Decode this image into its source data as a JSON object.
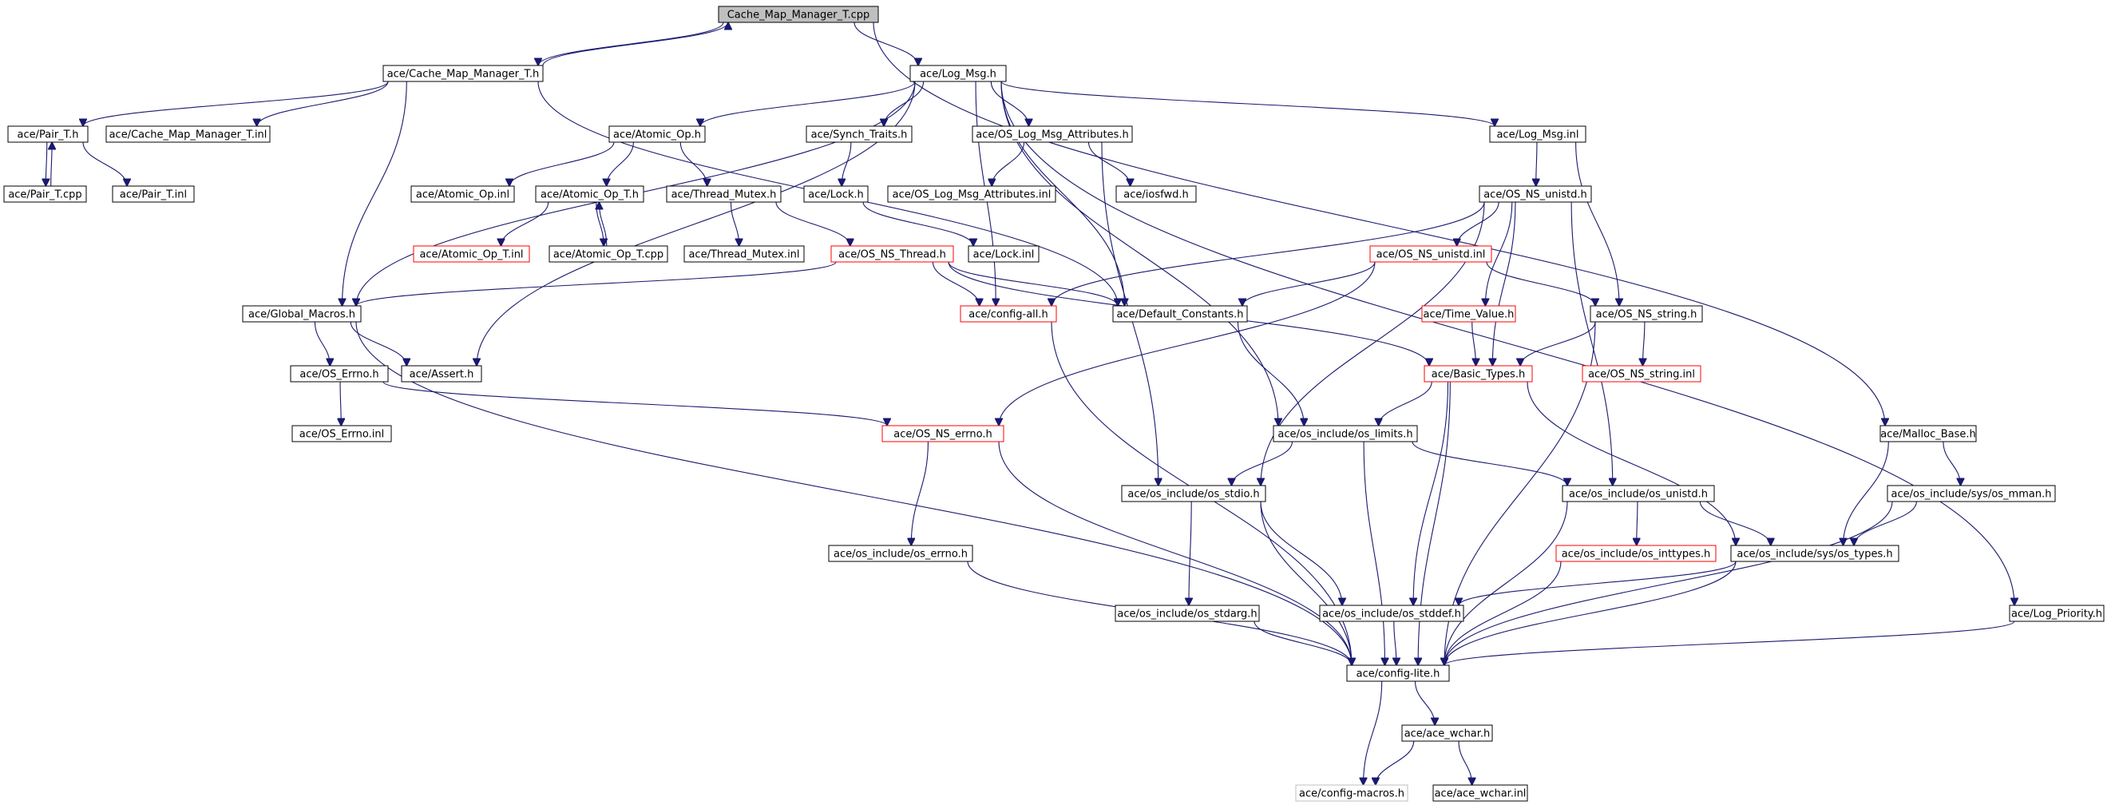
{
  "diagram": {
    "edge_color": "#191970",
    "node_border_normal": "#000000",
    "node_border_truncated": "#ff0000",
    "node_border_external": "#bfbfbf",
    "root_fill": "#bfbfbf",
    "nodes": [
      {
        "id": "root",
        "label": "Cache_Map_Manager_T.cpp",
        "style": "root"
      },
      {
        "id": "cmm_h",
        "label": "ace/Cache_Map_Manager_T.h",
        "style": "normal"
      },
      {
        "id": "logmsg_h",
        "label": "ace/Log_Msg.h",
        "style": "normal"
      },
      {
        "id": "pair_h",
        "label": "ace/Pair_T.h",
        "style": "normal"
      },
      {
        "id": "cmm_inl",
        "label": "ace/Cache_Map_Manager_T.inl",
        "style": "normal"
      },
      {
        "id": "pair_cpp",
        "label": "ace/Pair_T.cpp",
        "style": "normal"
      },
      {
        "id": "pair_inl",
        "label": "ace/Pair_T.inl",
        "style": "normal"
      },
      {
        "id": "atomic_h",
        "label": "ace/Atomic_Op.h",
        "style": "normal"
      },
      {
        "id": "synch_h",
        "label": "ace/Synch_Traits.h",
        "style": "normal"
      },
      {
        "id": "oslogattr_h",
        "label": "ace/OS_Log_Msg_Attributes.h",
        "style": "normal"
      },
      {
        "id": "logmsg_inl",
        "label": "ace/Log_Msg.inl",
        "style": "normal"
      },
      {
        "id": "atomic_inl",
        "label": "ace/Atomic_Op.inl",
        "style": "normal"
      },
      {
        "id": "atomicT_h",
        "label": "ace/Atomic_Op_T.h",
        "style": "normal"
      },
      {
        "id": "thrmutex_h",
        "label": "ace/Thread_Mutex.h",
        "style": "normal"
      },
      {
        "id": "lock_h",
        "label": "ace/Lock.h",
        "style": "normal"
      },
      {
        "id": "oslogattr_inl",
        "label": "ace/OS_Log_Msg_Attributes.inl",
        "style": "normal"
      },
      {
        "id": "iosfwd_h",
        "label": "ace/iosfwd.h",
        "style": "normal"
      },
      {
        "id": "osnsunistd_h",
        "label": "ace/OS_NS_unistd.h",
        "style": "normal"
      },
      {
        "id": "atomicT_inl",
        "label": "ace/Atomic_Op_T.inl",
        "style": "red"
      },
      {
        "id": "atomicT_cpp",
        "label": "ace/Atomic_Op_T.cpp",
        "style": "normal"
      },
      {
        "id": "thrmutex_inl",
        "label": "ace/Thread_Mutex.inl",
        "style": "normal"
      },
      {
        "id": "osnsthread_h",
        "label": "ace/OS_NS_Thread.h",
        "style": "red"
      },
      {
        "id": "lock_inl",
        "label": "ace/Lock.inl",
        "style": "normal"
      },
      {
        "id": "osnsunistd_inl",
        "label": "ace/OS_NS_unistd.inl",
        "style": "red"
      },
      {
        "id": "globalmacros_h",
        "label": "ace/Global_Macros.h",
        "style": "normal"
      },
      {
        "id": "configall_h",
        "label": "ace/config-all.h",
        "style": "red"
      },
      {
        "id": "defconst_h",
        "label": "ace/Default_Constants.h",
        "style": "normal"
      },
      {
        "id": "timevalue_h",
        "label": "ace/Time_Value.h",
        "style": "red"
      },
      {
        "id": "osnsstring_h",
        "label": "ace/OS_NS_string.h",
        "style": "normal"
      },
      {
        "id": "oserrno_h",
        "label": "ace/OS_Errno.h",
        "style": "normal"
      },
      {
        "id": "assert_h",
        "label": "ace/Assert.h",
        "style": "normal"
      },
      {
        "id": "basictypes_h",
        "label": "ace/Basic_Types.h",
        "style": "red"
      },
      {
        "id": "osnsstring_inl",
        "label": "ace/OS_NS_string.inl",
        "style": "red"
      },
      {
        "id": "oserrno_inl",
        "label": "ace/OS_Errno.inl",
        "style": "normal"
      },
      {
        "id": "osnserrno_h",
        "label": "ace/OS_NS_errno.h",
        "style": "red"
      },
      {
        "id": "oslimits_h",
        "label": "ace/os_include/os_limits.h",
        "style": "normal"
      },
      {
        "id": "mallocbase_h",
        "label": "ace/Malloc_Base.h",
        "style": "normal"
      },
      {
        "id": "osstdio_h",
        "label": "ace/os_include/os_stdio.h",
        "style": "normal"
      },
      {
        "id": "osunistd_h",
        "label": "ace/os_include/os_unistd.h",
        "style": "normal"
      },
      {
        "id": "osmman_h",
        "label": "ace/os_include/sys/os_mman.h",
        "style": "normal"
      },
      {
        "id": "oserrno_inc_h",
        "label": "ace/os_include/os_errno.h",
        "style": "normal"
      },
      {
        "id": "osinttypes_h",
        "label": "ace/os_include/os_inttypes.h",
        "style": "red"
      },
      {
        "id": "ostypes_h",
        "label": "ace/os_include/sys/os_types.h",
        "style": "normal"
      },
      {
        "id": "osstdarg_h",
        "label": "ace/os_include/os_stdarg.h",
        "style": "normal"
      },
      {
        "id": "osstddef_h",
        "label": "ace/os_include/os_stddef.h",
        "style": "normal"
      },
      {
        "id": "logpriority_h",
        "label": "ace/Log_Priority.h",
        "style": "normal"
      },
      {
        "id": "configlite_h",
        "label": "ace/config-lite.h",
        "style": "normal"
      },
      {
        "id": "acewchar_h",
        "label": "ace/ace_wchar.h",
        "style": "normal"
      },
      {
        "id": "configmacros_h",
        "label": "ace/config-macros.h",
        "style": "grey"
      },
      {
        "id": "acewchar_inl",
        "label": "ace/ace_wchar.inl",
        "style": "normal"
      }
    ],
    "edges": [
      [
        "root",
        "cmm_h"
      ],
      [
        "root",
        "logmsg_h"
      ],
      [
        "root",
        "mallocbase_h"
      ],
      [
        "cmm_h",
        "root"
      ],
      [
        "cmm_h",
        "pair_h"
      ],
      [
        "cmm_h",
        "cmm_inl"
      ],
      [
        "cmm_h",
        "globalmacros_h"
      ],
      [
        "cmm_h",
        "defconst_h"
      ],
      [
        "pair_h",
        "pair_cpp"
      ],
      [
        "pair_h",
        "pair_inl"
      ],
      [
        "pair_cpp",
        "pair_h"
      ],
      [
        "logmsg_h",
        "atomic_h"
      ],
      [
        "logmsg_h",
        "synch_h"
      ],
      [
        "logmsg_h",
        "oslogattr_h"
      ],
      [
        "logmsg_h",
        "logmsg_inl"
      ],
      [
        "logmsg_h",
        "globalmacros_h"
      ],
      [
        "logmsg_h",
        "assert_h"
      ],
      [
        "logmsg_h",
        "defconst_h"
      ],
      [
        "logmsg_h",
        "configall_h"
      ],
      [
        "logmsg_h",
        "oslimits_h"
      ],
      [
        "logmsg_h",
        "logpriority_h"
      ],
      [
        "atomic_h",
        "atomic_inl"
      ],
      [
        "atomic_h",
        "atomicT_h"
      ],
      [
        "atomic_h",
        "thrmutex_h"
      ],
      [
        "atomicT_h",
        "atomicT_inl"
      ],
      [
        "atomicT_h",
        "atomicT_cpp"
      ],
      [
        "atomicT_cpp",
        "atomicT_h"
      ],
      [
        "thrmutex_h",
        "thrmutex_inl"
      ],
      [
        "thrmutex_h",
        "osnsthread_h"
      ],
      [
        "synch_h",
        "lock_h"
      ],
      [
        "lock_h",
        "lock_inl"
      ],
      [
        "oslogattr_h",
        "oslogattr_inl"
      ],
      [
        "oslogattr_h",
        "iosfwd_h"
      ],
      [
        "oslogattr_h",
        "osstdio_h"
      ],
      [
        "logmsg_inl",
        "osnsunistd_h"
      ],
      [
        "logmsg_inl",
        "osnsstring_h"
      ],
      [
        "osnsthread_h",
        "globalmacros_h"
      ],
      [
        "osnsthread_h",
        "configall_h"
      ],
      [
        "osnsthread_h",
        "defconst_h"
      ],
      [
        "osnsthread_h",
        "basictypes_h"
      ],
      [
        "osnsunistd_h",
        "osnsunistd_inl"
      ],
      [
        "osnsunistd_h",
        "configall_h"
      ],
      [
        "osnsunistd_h",
        "timevalue_h"
      ],
      [
        "osnsunistd_h",
        "basictypes_h"
      ],
      [
        "osnsunistd_h",
        "osstdio_h"
      ],
      [
        "osnsunistd_h",
        "osunistd_h"
      ],
      [
        "osnsunistd_inl",
        "defconst_h"
      ],
      [
        "osnsunistd_inl",
        "osnsstring_h"
      ],
      [
        "osnsunistd_inl",
        "osnserrno_h"
      ],
      [
        "globalmacros_h",
        "oserrno_h"
      ],
      [
        "globalmacros_h",
        "assert_h"
      ],
      [
        "globalmacros_h",
        "configlite_h"
      ],
      [
        "oserrno_h",
        "oserrno_inl"
      ],
      [
        "oserrno_h",
        "osnserrno_h"
      ],
      [
        "configall_h",
        "configlite_h"
      ],
      [
        "defconst_h",
        "oslimits_h"
      ],
      [
        "timevalue_h",
        "basictypes_h"
      ],
      [
        "osnsstring_h",
        "osnsstring_inl"
      ],
      [
        "osnsstring_h",
        "basictypes_h"
      ],
      [
        "osnsstring_h",
        "configlite_h"
      ],
      [
        "basictypes_h",
        "oslimits_h"
      ],
      [
        "basictypes_h",
        "ostypes_h"
      ],
      [
        "basictypes_h",
        "osstddef_h"
      ],
      [
        "basictypes_h",
        "configlite_h"
      ],
      [
        "osnserrno_h",
        "oserrno_inc_h"
      ],
      [
        "osnserrno_h",
        "configlite_h"
      ],
      [
        "oslimits_h",
        "osstdio_h"
      ],
      [
        "oslimits_h",
        "osunistd_h"
      ],
      [
        "oslimits_h",
        "configlite_h"
      ],
      [
        "osstdio_h",
        "osstdarg_h"
      ],
      [
        "osstdio_h",
        "osstddef_h"
      ],
      [
        "osstdio_h",
        "configlite_h"
      ],
      [
        "osunistd_h",
        "osinttypes_h"
      ],
      [
        "osunistd_h",
        "ostypes_h"
      ],
      [
        "osunistd_h",
        "configlite_h"
      ],
      [
        "mallocbase_h",
        "osmman_h"
      ],
      [
        "mallocbase_h",
        "ostypes_h"
      ],
      [
        "osmman_h",
        "ostypes_h"
      ],
      [
        "osmman_h",
        "configlite_h"
      ],
      [
        "oserrno_inc_h",
        "configlite_h"
      ],
      [
        "osinttypes_h",
        "configlite_h"
      ],
      [
        "ostypes_h",
        "osstddef_h"
      ],
      [
        "ostypes_h",
        "configlite_h"
      ],
      [
        "osstdarg_h",
        "configlite_h"
      ],
      [
        "osstddef_h",
        "configlite_h"
      ],
      [
        "logpriority_h",
        "configlite_h"
      ],
      [
        "configlite_h",
        "acewchar_h"
      ],
      [
        "configlite_h",
        "configmacros_h"
      ],
      [
        "acewchar_h",
        "configmacros_h"
      ],
      [
        "acewchar_h",
        "acewchar_inl"
      ]
    ]
  }
}
